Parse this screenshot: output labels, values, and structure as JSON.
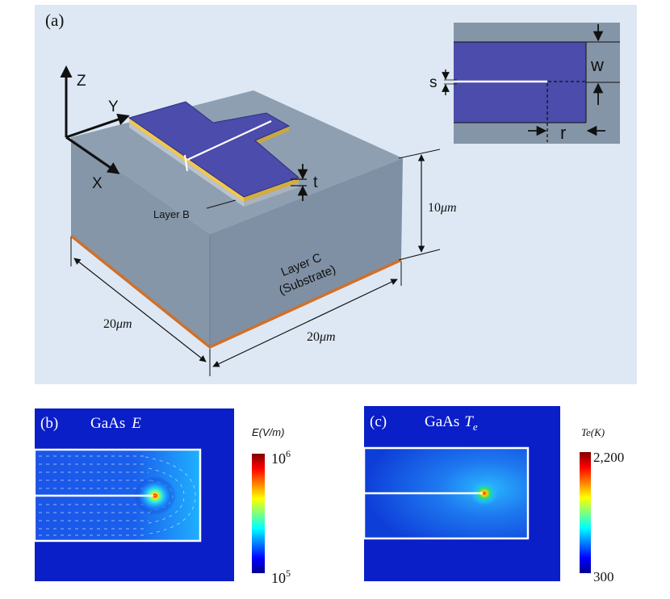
{
  "panel_a": {
    "label": "(a)",
    "axes": {
      "z": "Z",
      "y": "Y",
      "x": "X"
    },
    "layer_b": "Layer B",
    "layer_c_line1": "Layer C",
    "layer_c_line2": "(Substrate)",
    "thickness_label": "t",
    "height_value": "10",
    "height_unit": "μm",
    "width_left_value": "20",
    "width_left_unit": "μm",
    "width_right_value": "20",
    "width_right_unit": "μm",
    "inset": {
      "s_label": "s",
      "w_label": "w",
      "r_label": "r"
    }
  },
  "panel_b": {
    "label": "(b)",
    "title_material": "GaAs",
    "title_symbol": "E",
    "colorbar": {
      "label": "E(V/m)",
      "max_base": "10",
      "max_exp": "6",
      "min_base": "10",
      "min_exp": "5"
    }
  },
  "panel_c": {
    "label": "(c)",
    "title_material": "GaAs",
    "title_symbol": "T",
    "title_sub": "e",
    "colorbar": {
      "label": "Te(K)",
      "max": "2,200",
      "min": "300"
    }
  },
  "colors": {
    "panel_a_background": "#dde8f4",
    "substrate": "#8595a8",
    "metal": "#4b4cab",
    "gold_layer": "#f0c850",
    "bottom_layer": "#d0702a",
    "field_background": "#0a1fc8",
    "outline": "#ffffff"
  }
}
